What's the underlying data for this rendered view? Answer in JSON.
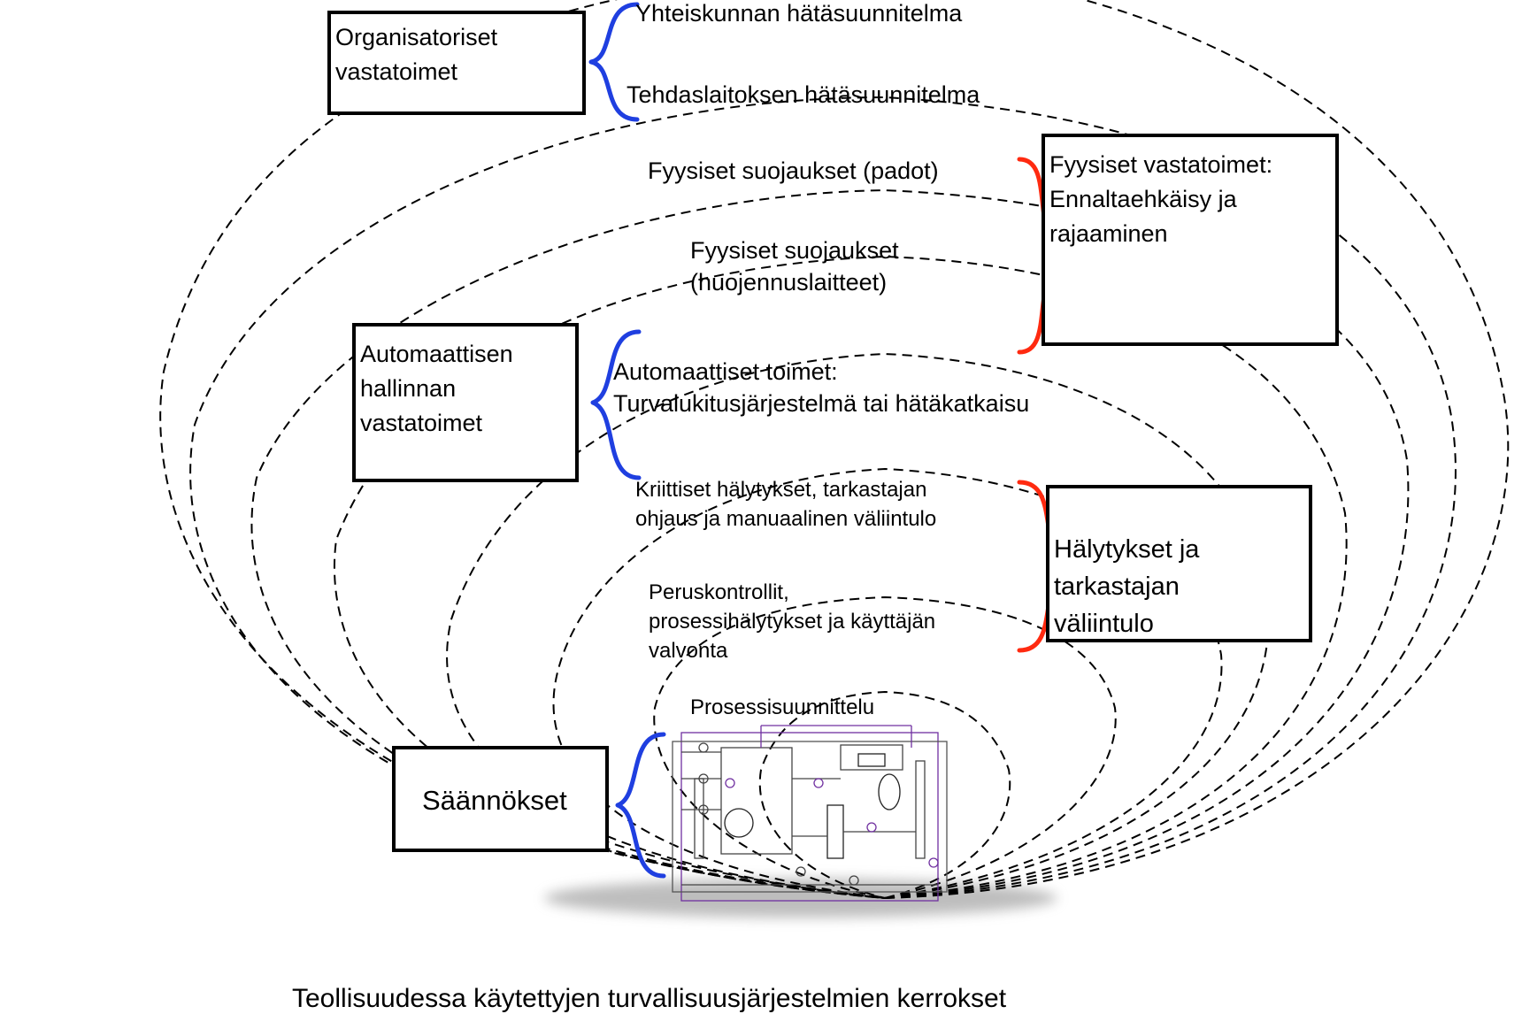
{
  "levels": {
    "community_plan": "Yhteiskunnan hätäsuunnitelma",
    "plant_plan": "Tehdaslaitoksen hätäsuunnitelma",
    "dikes": "Fyysiset suojaukset (padot)",
    "relief": [
      "Fyysiset suojaukset",
      "(huojennuslaitteet)"
    ],
    "automatic": [
      "Automaattiset toimet:",
      "Turvalukitusjärjestelmä tai hätäkatkaisu"
    ],
    "critical_alarms": [
      "Kriittiset hälytykset, tarkastajan",
      "ohjaus ja manuaalinen väliintulo"
    ],
    "basic_controls": [
      "Peruskontrollit,",
      "prosessihälytykset ja käyttäjän",
      "valvonta"
    ],
    "process_design": "Prosessisuunnittelu"
  },
  "boxes": {
    "organizational": [
      "Organisatoriset",
      "vastatoimet"
    ],
    "physical": [
      "Fyysiset vastatoimet:",
      "Ennaltaehkäisy ja",
      "rajaaminen"
    ],
    "automatic_control": [
      "Automaattisen",
      "hallinnan",
      "vastatoimet"
    ],
    "alarms": [
      "Hälytykset ja",
      "tarkastajan",
      "väliintulo"
    ],
    "regulations": "Säännökset"
  },
  "caption": "Teollisuudessa käytettyjen turvallisuusjärjestelmien kerrokset",
  "colors": {
    "organizational_brace": "#1f3fe0",
    "physical_brace": "#ff2a10",
    "automatic_brace": "#1f3fe0",
    "alarms_brace": "#ff2a10",
    "regulations_brace": "#1f3fe0",
    "schematic": "#7030a0"
  }
}
